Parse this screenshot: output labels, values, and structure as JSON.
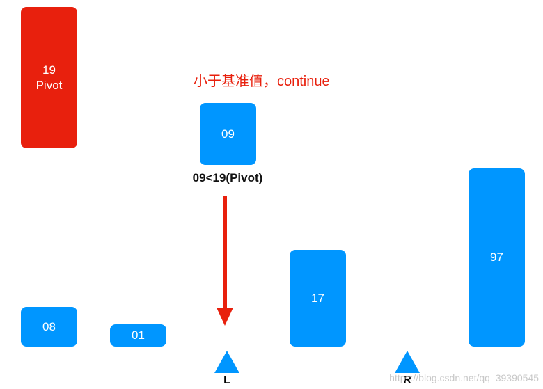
{
  "pivot_bar": {
    "value": "19",
    "label": "Pivot"
  },
  "bars": [
    {
      "id": "08",
      "value": "08"
    },
    {
      "id": "01",
      "value": "01"
    },
    {
      "id": "09",
      "value": "09"
    },
    {
      "id": "17",
      "value": "17"
    },
    {
      "id": "97",
      "value": "97"
    }
  ],
  "annotation": "小于基准值，continue",
  "comparison": "09<19(Pivot)",
  "pointers": {
    "left": "L",
    "right": "R"
  },
  "watermark": "https://blog.csdn.net/qq_39390545",
  "colors": {
    "bar": "#0096ff",
    "pivot": "#e8200d",
    "arrow": "#e8200d",
    "annotation": "#e8200d"
  }
}
